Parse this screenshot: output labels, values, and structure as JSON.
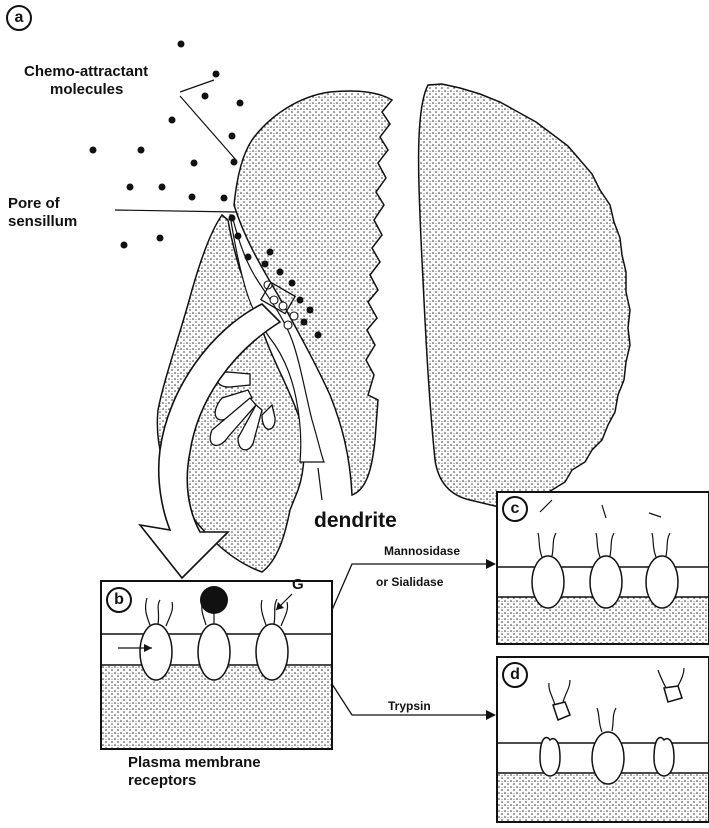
{
  "panels": {
    "a": {
      "letter": "a"
    },
    "b": {
      "letter": "b",
      "caption_line1": "Plasma membrane",
      "caption_line2": "receptors",
      "receptor_label": "G"
    },
    "c": {
      "letter": "c"
    },
    "d": {
      "letter": "d"
    }
  },
  "labels": {
    "chemo_line1": "Chemo-attractant",
    "chemo_line2": "molecules",
    "pore_line1": "Pore of",
    "pore_line2": "sensillum",
    "dendrite": "dendrite"
  },
  "enzymes": {
    "c_line1": "Mannosidase",
    "c_line2": "or Sialidase",
    "d": "Trypsin"
  },
  "colors": {
    "ink": "#111111",
    "background": "#ffffff"
  }
}
